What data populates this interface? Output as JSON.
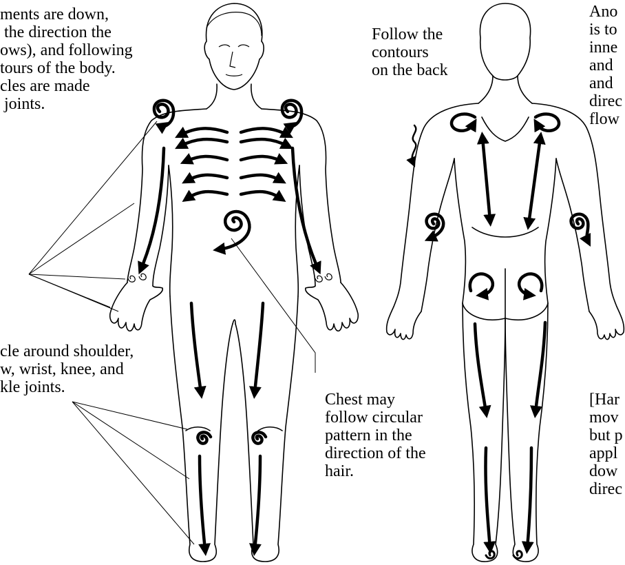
{
  "labels": {
    "top_left": "ments are down,\n the direction the\nows), and following\ntours of the body.\ncles are made\n joints.",
    "back_contours": "Follow the\ncontours\non the back",
    "top_right": "Ano\nis to\ninne\nand \nand \ndirec\nflow",
    "joints": "cle around shoulder,\nw, wrist, knee, and\nkle joints.",
    "chest": "Chest may\nfollow circular\npattern in the\ndirection of the\nhair.",
    "bottom_right": "[Har\nmov\nbut p\nappl\ndow\ndirec"
  },
  "colors": {
    "ink": "#000000",
    "paper": "#ffffff"
  }
}
